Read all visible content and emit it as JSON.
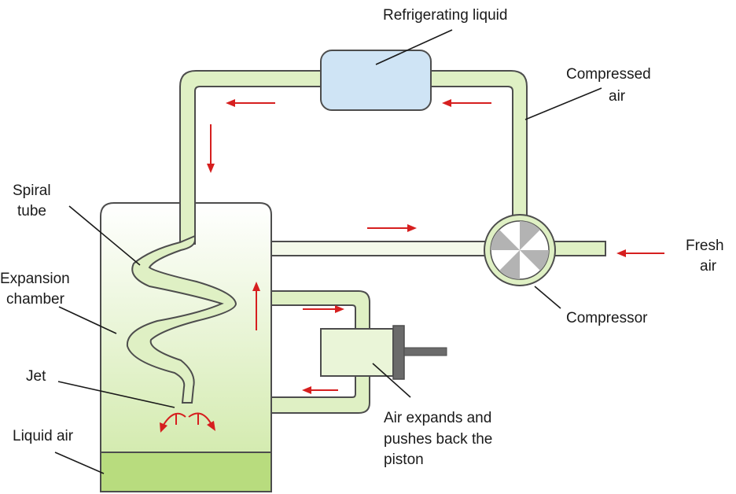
{
  "labels": {
    "refrigerating_liquid": "Refrigerating liquid",
    "compressed_air_1": "Compressed",
    "compressed_air_2": "air",
    "spiral_tube_1": "Spiral",
    "spiral_tube_2": "tube",
    "expansion_chamber_1": "Expansion",
    "expansion_chamber_2": "chamber",
    "jet": "Jet",
    "liquid_air": "Liquid air",
    "fresh_air_1": "Fresh",
    "fresh_air_2": "air",
    "compressor": "Compressor",
    "piston_note_1": "Air expands and",
    "piston_note_2": "pushes back the",
    "piston_note_3": "piston"
  },
  "colors": {
    "tube_fill": "#dff0c4",
    "chamber_top": "#ffffff",
    "chamber_bottom": "#d4ebb0",
    "liquid_air": "#b8dc7e",
    "refrigerant": "#cfe4f5",
    "arrow": "#d61f1f",
    "outline": "#4d4d4d"
  }
}
